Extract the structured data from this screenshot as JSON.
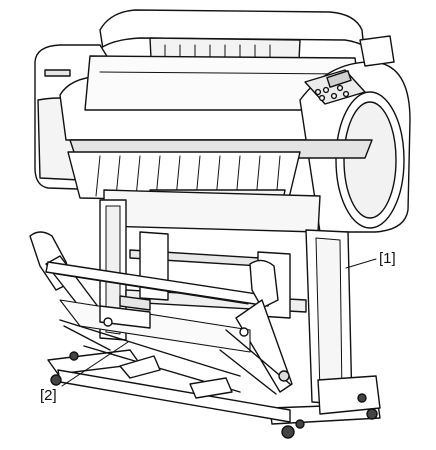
{
  "callouts": {
    "c1": "[1]",
    "c2": "[2]"
  },
  "parts": {
    "printer": "printer-unit",
    "stand": "printer-stand",
    "basket": "output-basket"
  },
  "colors": {
    "line": "#111111",
    "body_fill": "#ffffff",
    "shade": "#d9d9d9",
    "dark": "#444444"
  }
}
